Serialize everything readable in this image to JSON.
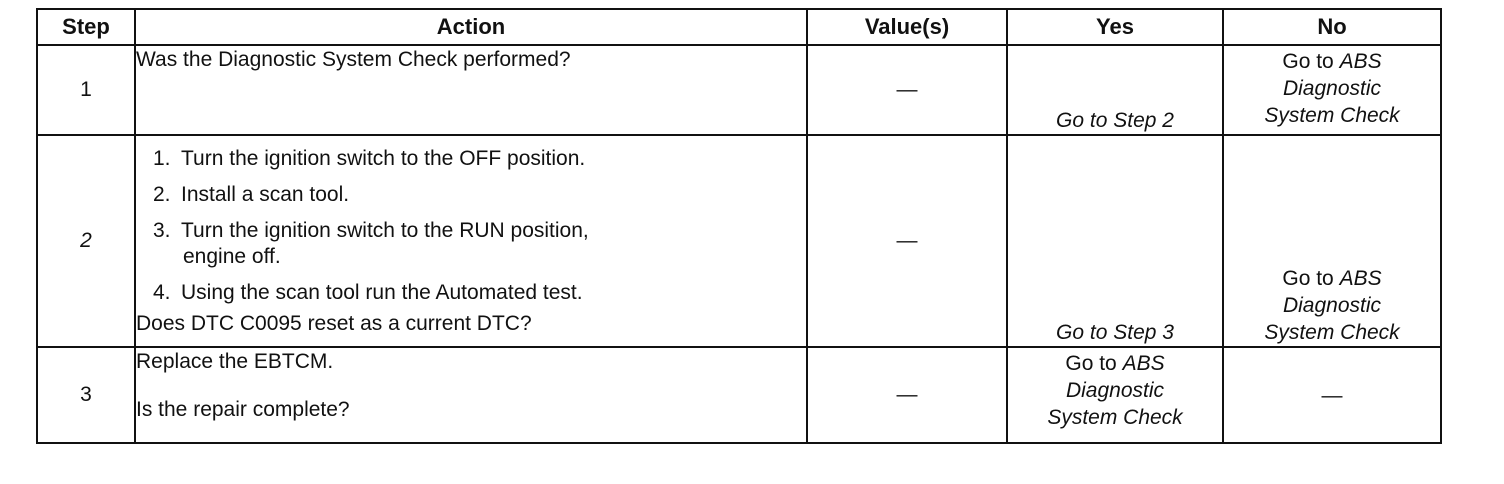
{
  "headers": {
    "step": "Step",
    "action": "Action",
    "value": "Value(s)",
    "yes": "Yes",
    "no": "No"
  },
  "rows": [
    {
      "step": "1",
      "action": {
        "question": "Was the Diagnostic System Check performed?"
      },
      "value": "—",
      "yes": {
        "prefix": "Go to ",
        "link": "Step 2"
      },
      "no": {
        "prefix": "Go to ",
        "link_line1": "ABS",
        "link_line2": "Diagnostic",
        "link_line3": "System Check"
      }
    },
    {
      "step": "2",
      "action": {
        "steps": [
          {
            "num": "1.",
            "text": "Turn the ignition switch to the OFF position."
          },
          {
            "num": "2.",
            "text": "Install a scan tool."
          },
          {
            "num": "3.",
            "text": "Turn the ignition switch to the RUN position,",
            "cont": "engine off."
          },
          {
            "num": "4.",
            "text": "Using the scan tool run the Automated test."
          }
        ],
        "question": "Does DTC C0095 reset as a current DTC?"
      },
      "value": "—",
      "yes": {
        "prefix": "Go to ",
        "link": "Step 3"
      },
      "no": {
        "prefix": "Go to ",
        "link_line1": "ABS",
        "link_line2": "Diagnostic",
        "link_line3": "System Check"
      }
    },
    {
      "step": "3",
      "action": {
        "instruction": "Replace the EBTCM.",
        "question": "Is the repair complete?"
      },
      "value": "—",
      "yes": {
        "prefix": "Go to ",
        "link_line1": "ABS",
        "link_line2": "Diagnostic",
        "link_line3": "System Check"
      },
      "no": "—"
    }
  ]
}
